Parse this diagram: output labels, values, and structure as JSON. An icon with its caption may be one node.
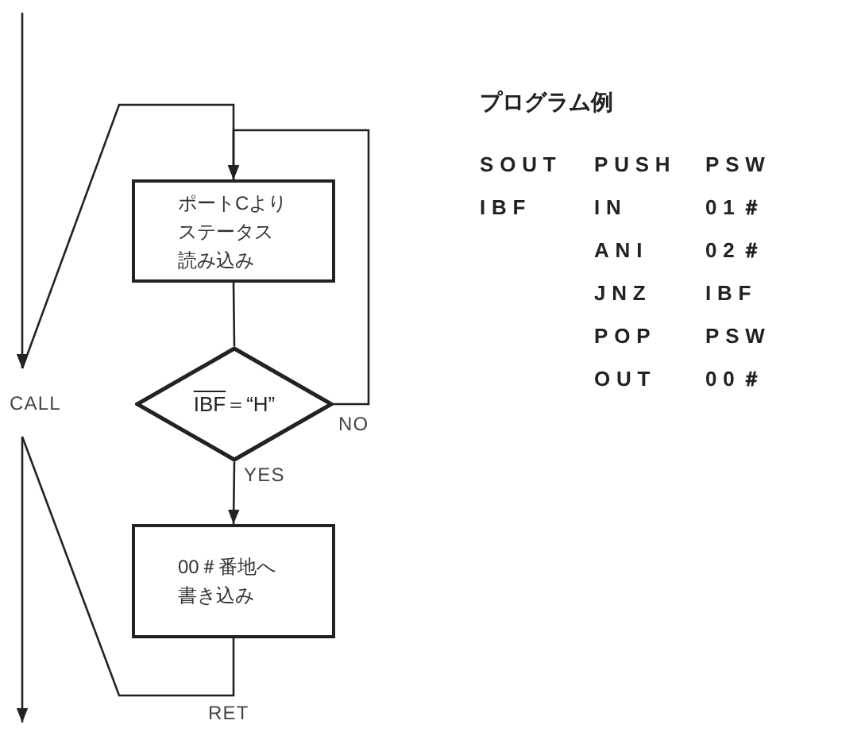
{
  "diagram": {
    "nodes": [
      {
        "text": [
          "ポートCよりステータス読み込み"
        ]
      },
      {
        "text": [
          "IBF",
          "＝“H”"
        ]
      },
      {
        "text": [
          "00＃番地へ書き込み"
        ]
      },
      {
        "text": [
          "CALL"
        ]
      }
    ],
    "edges": [
      {
        "from": null,
        "to": 3,
        "arrow": "to"
      },
      {
        "from": 3,
        "to": 0,
        "arrow": "to"
      },
      {
        "from": 0,
        "to": 1,
        "arrow": "none"
      },
      {
        "from": 1,
        "to": 0,
        "arrow": "to",
        "label": "NO"
      },
      {
        "from": 1,
        "to": 2,
        "arrow": "to",
        "label": "YES"
      },
      {
        "from": 2,
        "to": 3,
        "arrow": "none",
        "label": "RET"
      },
      {
        "from": 3,
        "to": null,
        "arrow": "to"
      }
    ],
    "labels": [
      "プログラム例",
      "SOUT",
      "PUSH",
      "PSW",
      "IBF",
      "IN",
      "01＃",
      "ANI",
      "02＃",
      "JNZ",
      "IBF",
      "POP",
      "PSW",
      "OUT",
      "00＃"
    ]
  }
}
